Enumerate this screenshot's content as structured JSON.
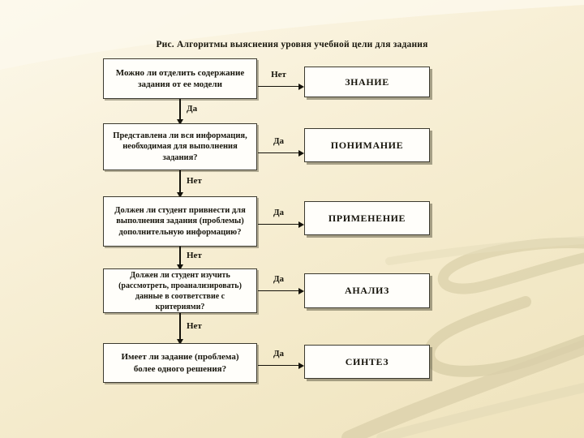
{
  "title": "Рис. Алгоритмы выяснения уровня учебной цели для задания",
  "flowchart": {
    "rows": [
      {
        "question": "Можно ли отделить содержание задания от ее модели",
        "branch_label": "Нет",
        "result": "ЗНАНИЕ",
        "down_label": "Да"
      },
      {
        "question": "Представлена ли вся информация, необходимая для выполнения задания?",
        "branch_label": "Да",
        "result": "ПОНИМАНИЕ",
        "down_label": "Нет"
      },
      {
        "question": "Должен ли студент привнести для выполнения задания (проблемы) дополнительную информацию?",
        "branch_label": "Да",
        "result": "ПРИМЕНЕНИЕ",
        "down_label": "Нет"
      },
      {
        "question": "Должен ли студент изучить (рассмотреть, проанализировать) данные в соответствие с критериями?",
        "branch_label": "Да",
        "result": "АНАЛИЗ",
        "down_label": "Нет"
      },
      {
        "question": "Имеет ли задание (проблема) более одного решения?",
        "branch_label": "Да",
        "result": "СИНТЕЗ"
      }
    ]
  },
  "colors": {
    "background_top": "#fcf8ea",
    "background_bottom": "#efe3bd",
    "swoosh": "#ddd3ae",
    "box_fill": "#fffefa",
    "box_border": "#3c3a2f",
    "line": "#14120a",
    "text": "#17150c"
  }
}
